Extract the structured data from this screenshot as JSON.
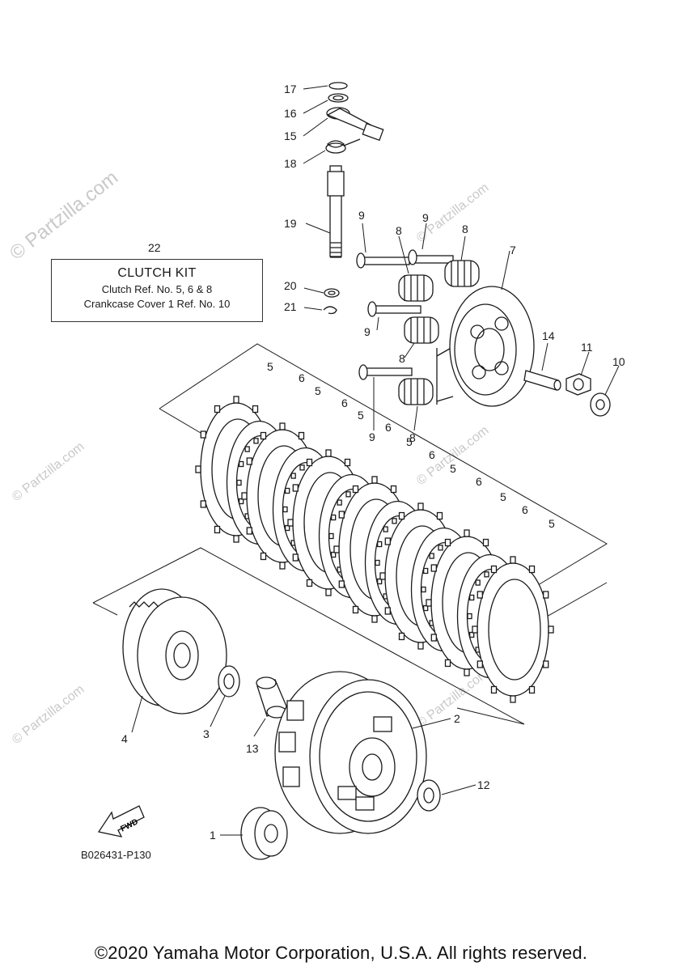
{
  "watermark": {
    "main": "© Partzilla.com",
    "repeat": "© Partzilla.com"
  },
  "kit": {
    "ref_number": "22",
    "title": "CLUTCH KIT",
    "line1": "Clutch Ref. No. 5, 6 & 8",
    "line2": "Crankcase Cover 1 Ref. No. 10"
  },
  "callouts": {
    "p1": "1",
    "p2": "2",
    "p3": "3",
    "p4": "4",
    "p5": "5",
    "p6": "6",
    "p7": "7",
    "p8": "8",
    "p9": "9",
    "p10": "10",
    "p11": "11",
    "p12": "12",
    "p13": "13",
    "p14": "14",
    "p15": "15",
    "p16": "16",
    "p17": "17",
    "p18": "18",
    "p19": "19",
    "p20": "20",
    "p21": "21"
  },
  "fwd_label": "FWD",
  "diagram_code": "B026431-P130",
  "footer": "©2020 Yamaha Motor Corporation, U.S.A. All rights reserved.",
  "colors": {
    "line": "#1a1a1a",
    "watermark": "#c9c9c9"
  }
}
